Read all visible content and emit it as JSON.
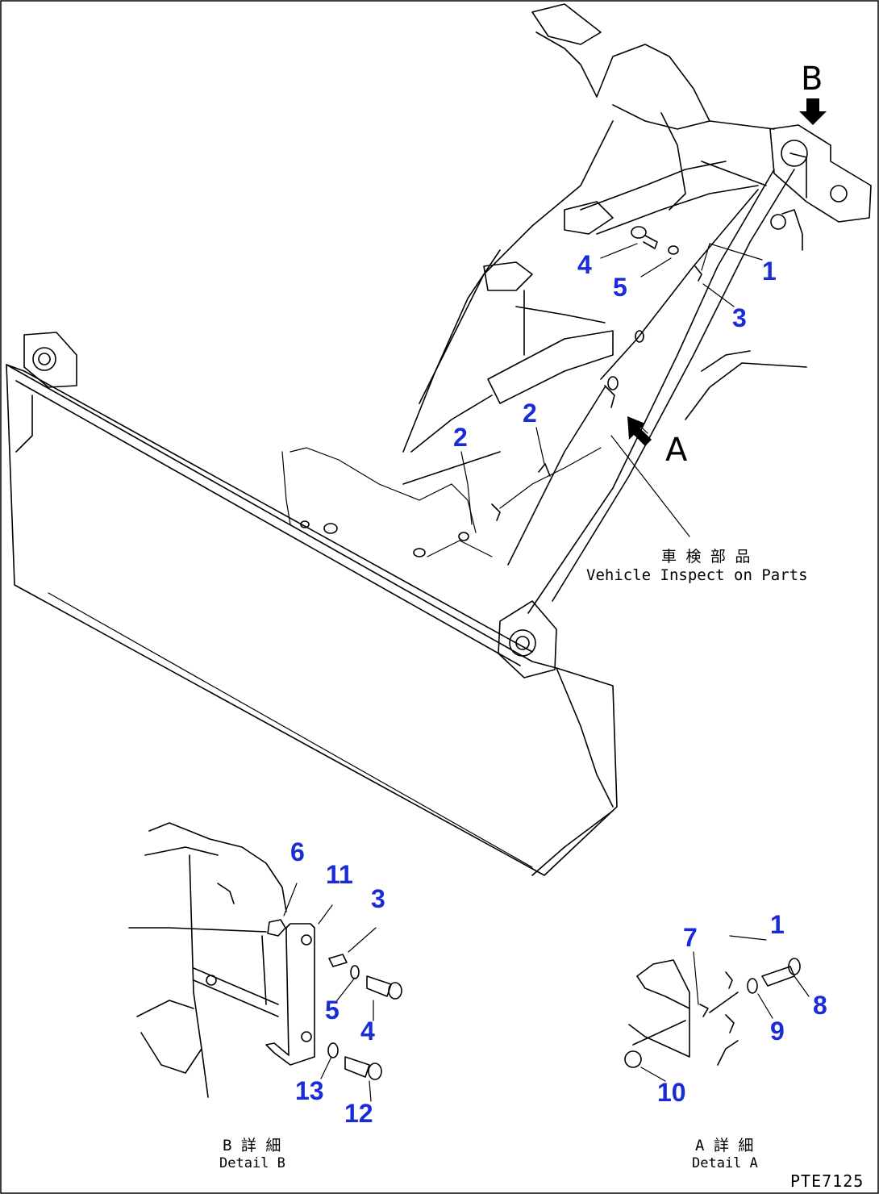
{
  "callouts": {
    "main_4": "4",
    "main_5": "5",
    "main_1": "1",
    "main_3": "3",
    "main_2a": "2",
    "main_2b": "2",
    "b_6": "6",
    "b_11": "11",
    "b_3": "3",
    "b_5": "5",
    "b_4": "4",
    "b_13": "13",
    "b_12": "12",
    "a_7": "7",
    "a_1": "1",
    "a_8": "8",
    "a_9": "9",
    "a_10": "10"
  },
  "views": {
    "arrow_b": "B",
    "arrow_a": "A"
  },
  "inspection_note": {
    "japanese": "車 検 部 品",
    "english": "Vehicle Inspect on Parts"
  },
  "detail_b": {
    "japanese": "B 詳 細",
    "english": "Detail B"
  },
  "detail_a": {
    "japanese": "A 詳 細",
    "english": "Detail A"
  },
  "drawing_code": "PTE7125",
  "colors": {
    "callout": "#1a2bd8",
    "line": "#000000"
  }
}
